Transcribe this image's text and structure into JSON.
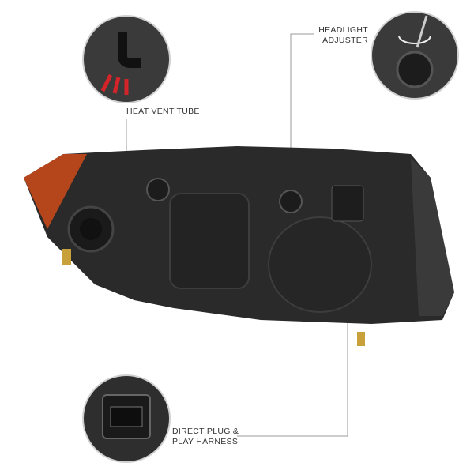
{
  "callouts": {
    "heat_vent_tube": "HEAT VENT TUBE",
    "headlight_adjuster_line1": "HEADLIGHT",
    "headlight_adjuster_line2": "ADJUSTER",
    "harness_line1": "DIRECT PLUG &",
    "harness_line2": "PLAY HARNESS"
  },
  "colors": {
    "housing": "#2b2b2b",
    "amber": "#b5461c",
    "leader": "#9a9a9a"
  }
}
